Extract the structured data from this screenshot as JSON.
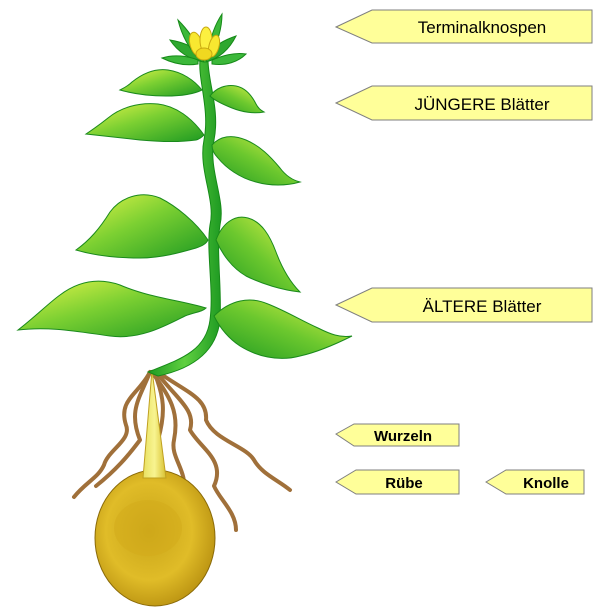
{
  "labels": {
    "terminal": "Terminalknospen",
    "young": "JÜNGERE Blätter",
    "old": "ÄLTERE Blätter",
    "roots": "Wurzeln",
    "beet": "Rübe",
    "tuber": "Knolle"
  },
  "colors": {
    "tag_fill": "#FFFF99",
    "tag_stroke": "#7F7F7F",
    "leaf_light": "#D8F040",
    "leaf_dark": "#22A020",
    "stem": "#2FB82F",
    "root": "#A0703A",
    "bulb": "#D8B020",
    "flower": "#F8E830"
  }
}
